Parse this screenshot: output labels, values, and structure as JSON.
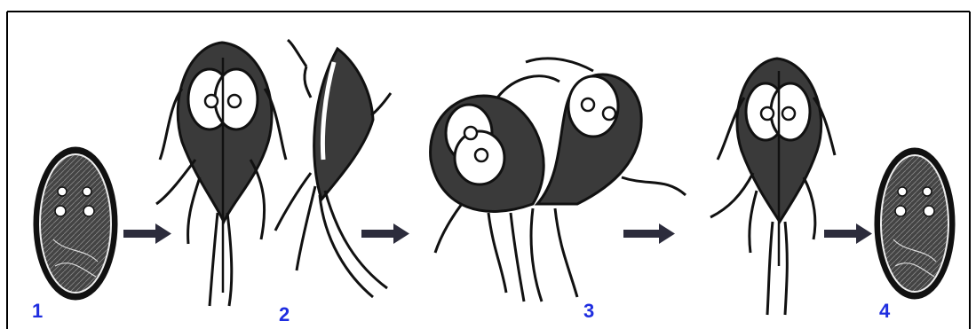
{
  "stages": [
    {
      "label": "1"
    },
    {
      "label": "2"
    },
    {
      "label": "3"
    },
    {
      "label": "4"
    }
  ],
  "colors": {
    "label": "#1f2ee0",
    "ink": "#111111",
    "fill": "#3c3c3c",
    "arrow": "#2c2c3c",
    "frame": "#000000"
  }
}
